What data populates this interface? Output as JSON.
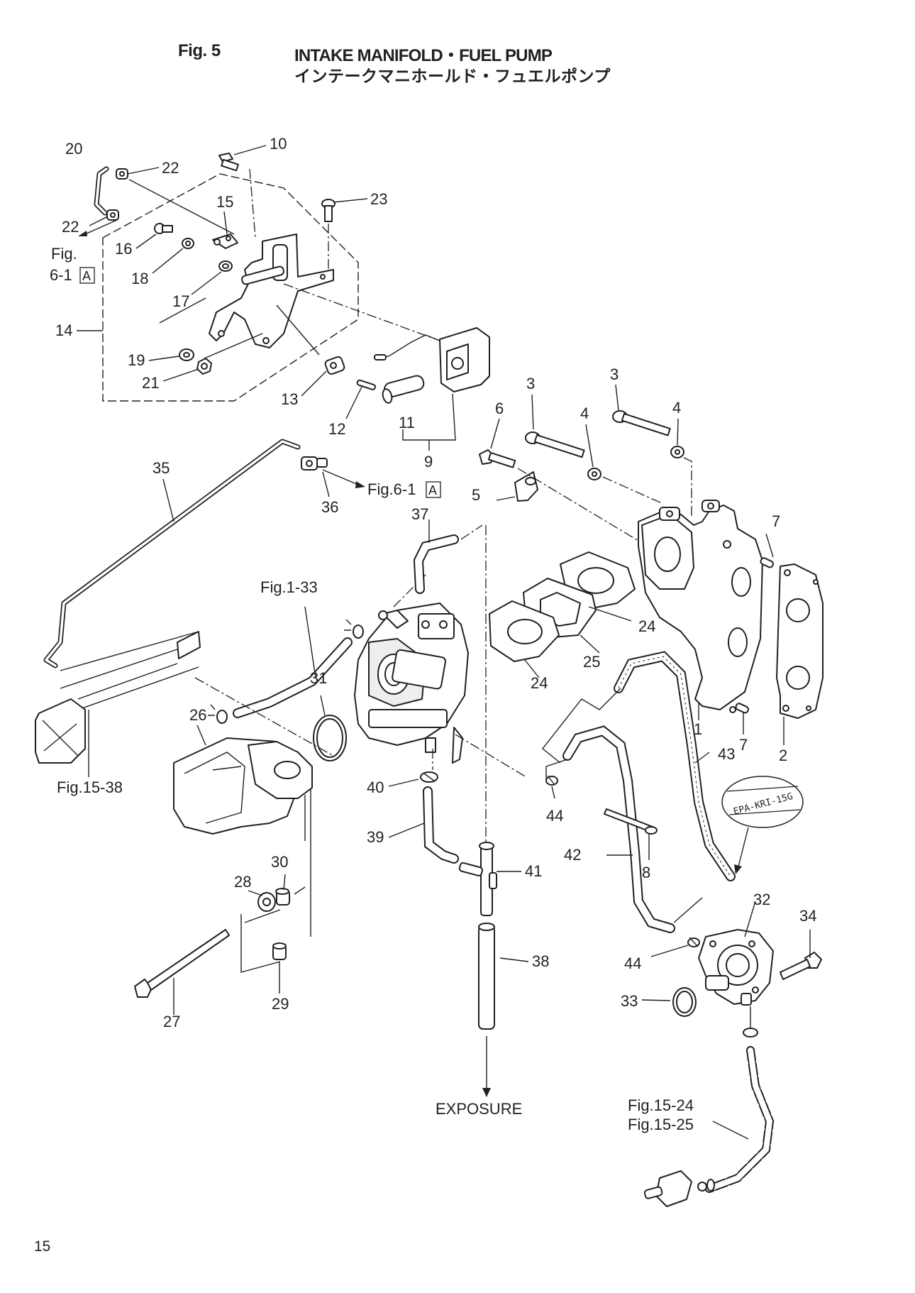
{
  "header": {
    "fig_label": "Fig. 5",
    "title_en": "INTAKE MANIFOLD・FUEL PUMP",
    "title_jp": "インテークマニホールド・フュエルポンプ"
  },
  "page_number": "15",
  "parts": [
    "1",
    "2",
    "3",
    "3",
    "4",
    "4",
    "5",
    "6",
    "7",
    "7",
    "8",
    "9",
    "10",
    "11",
    "12",
    "13",
    "14",
    "15",
    "16",
    "17",
    "18",
    "19",
    "20",
    "21",
    "22",
    "22",
    "23",
    "24",
    "24",
    "25",
    "26",
    "27",
    "28",
    "29",
    "30",
    "31",
    "32",
    "33",
    "34",
    "35",
    "36",
    "37",
    "38",
    "39",
    "40",
    "41",
    "42",
    "43",
    "44",
    "44"
  ],
  "references": {
    "fig_6_1_a_upper_line1": "Fig.",
    "fig_6_1_a_upper_line2": "6-1",
    "fig_6_1_a_upper_box": "A",
    "fig_6_1_a_mid": "Fig.6-1",
    "fig_6_1_a_mid_box": "A",
    "fig_1_33": "Fig.1-33",
    "fig_15_38": "Fig.15-38",
    "fig_15_24": "Fig.15-24",
    "fig_15_25": "Fig.15-25",
    "exposure": "EXPOSURE"
  },
  "stamp_text": "EPA-KRI-15G",
  "colors": {
    "ink": "#231f20",
    "paper": "#ffffff"
  }
}
